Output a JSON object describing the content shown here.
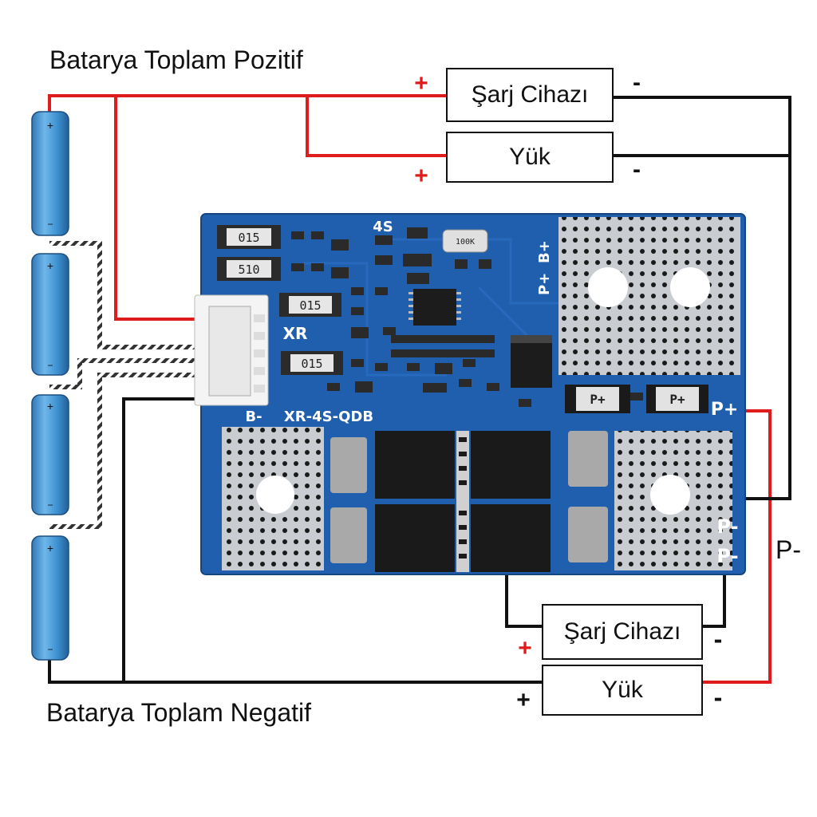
{
  "labels": {
    "top_label": "Batarya Toplam Pozitif",
    "bottom_label": "Batarya Toplam Negatif",
    "p_minus_side": "P-"
  },
  "boxes": {
    "top_charger": "Şarj Cihazı",
    "top_load": "Yük",
    "bottom_charger": "Şarj Cihazı",
    "bottom_load": "Yük"
  },
  "polarity": {
    "plus": "+",
    "minus": "-"
  },
  "pcb": {
    "model": "XR-4S-QDB",
    "series": "4S",
    "brand": "XR",
    "b_minus": "B-",
    "b_plus": "B+",
    "p_plus": "P+",
    "p_minus": "P-",
    "pad_p_plus": "P+",
    "resistor_015": "015",
    "resistor_510": "510",
    "cap_code": "100K"
  },
  "cells": {
    "plus_mark": "+",
    "minus_mark": "−"
  },
  "colors": {
    "positive_wire": "#e01b1b",
    "negative_wire": "#111111",
    "pcb_blue": "#1f5fae",
    "cell_blue": "#3f8fd0"
  }
}
